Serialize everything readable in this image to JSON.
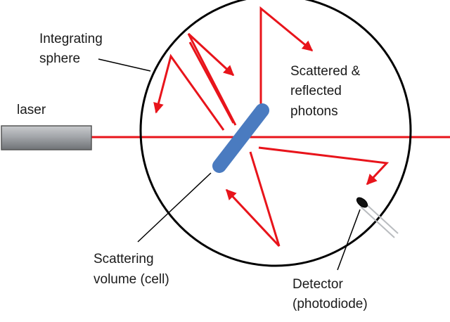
{
  "labels": {
    "integrating_line1": "Integrating",
    "integrating_line2": "sphere",
    "laser": "laser",
    "scattered_line1": "Scattered &",
    "scattered_line2": "reflected",
    "scattered_line3": "photons",
    "scattering_line1": "Scattering",
    "scattering_line2": "volume (cell)",
    "detector_line1": "Detector",
    "detector_line2": "(photodiode)"
  },
  "colors": {
    "beam": "#e8141b",
    "sphere_outline": "#000000",
    "laser_body": "#8c8f93",
    "cell": "#4a7bc0",
    "leader_line": "#000000"
  }
}
